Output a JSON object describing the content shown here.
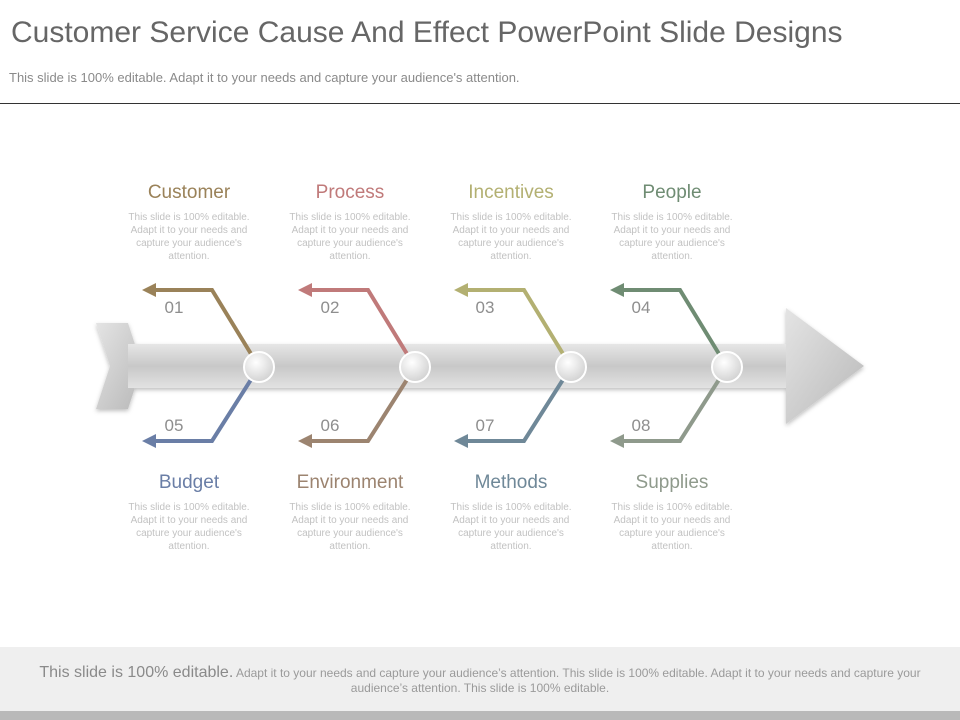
{
  "slide": {
    "title": "Customer Service Cause And Effect PowerPoint Slide Designs",
    "subtitle": "This slide is 100% editable. Adapt it to your needs and capture your audience's attention."
  },
  "causes": [
    {
      "number": "01",
      "label": "Customer",
      "description": "This slide is 100% editable. Adapt it to your needs and capture your audience's attention.",
      "color": "#9a8259"
    },
    {
      "number": "02",
      "label": "Process",
      "description": "This slide is 100% editable. Adapt it to your needs and capture your audience's attention.",
      "color": "#c07a7a"
    },
    {
      "number": "03",
      "label": "Incentives",
      "description": "This slide is 100% editable. Adapt it to your needs and capture your audience's attention.",
      "color": "#b3b072"
    },
    {
      "number": "04",
      "label": "People",
      "description": "This slide is 100% editable. Adapt it to your needs and capture your audience's attention.",
      "color": "#6f8c73"
    },
    {
      "number": "05",
      "label": "Budget",
      "description": "This slide is 100% editable. Adapt it to your needs and capture your audience's attention.",
      "color": "#6a7ea6"
    },
    {
      "number": "06",
      "label": "Environment",
      "description": "This slide is 100% editable. Adapt it to your needs and capture your audience's attention.",
      "color": "#9c8470"
    },
    {
      "number": "07",
      "label": "Methods",
      "description": "This slide is 100% editable. Adapt it to your needs and capture your audience's attention.",
      "color": "#6f8898"
    },
    {
      "number": "08",
      "label": "Supplies",
      "description": "This slide is 100% editable. Adapt it to your needs and capture your audience's attention.",
      "color": "#8f9a8c"
    }
  ],
  "footer": {
    "lead": "This slide is 100% editable.",
    "text": " Adapt it to your needs and capture your audience’s attention. This slide is 100% editable. Adapt it to your needs and capture your audience’s attention. This slide is 100% editable."
  }
}
